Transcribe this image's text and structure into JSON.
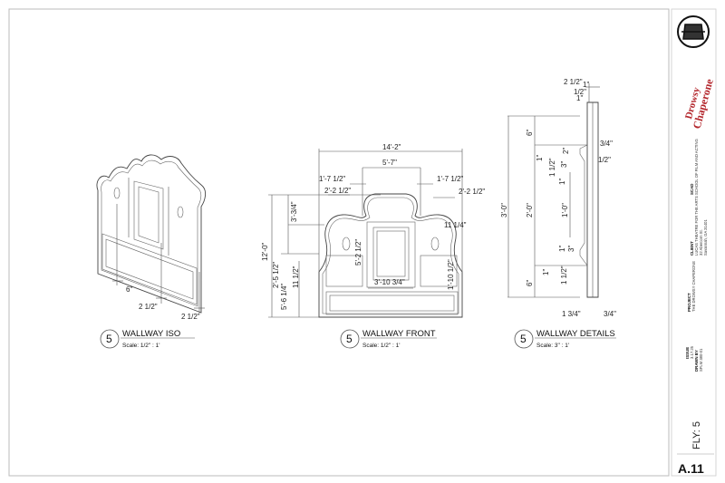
{
  "sheet": {
    "number": "A.11",
    "fly": "FLY: 5"
  },
  "logo": {
    "text": "The Drowsy Chaperone"
  },
  "title_block": {
    "school_label": "SCAD",
    "school_name": "SCHOOL OF FILM AND ACTING",
    "client_label": "CLIENT",
    "client_name": "LUCAS THEATRE FOR THE ARTS",
    "client_address1": "32 Abercorn St.",
    "client_address2": "Savannah, GA 31401",
    "project_label": "PROJECT",
    "project_name": "THE DROWSY CHAPERONE",
    "issue_label": "ISSUE",
    "issue_date": "3.17.25",
    "drawn_by_label": "DRAWN BY",
    "drawn_by": "SFLM 380-01"
  },
  "views": [
    {
      "number": "5",
      "title": "WALLWAY ISO",
      "scale": "Scale:  1/2\" : 1'",
      "dims": [
        "6\"",
        "2 1/2\"",
        "2 1/2\""
      ]
    },
    {
      "number": "5",
      "title": "WALLWAY FRONT",
      "scale": "Scale:  1/2\" : 1'",
      "dims": [
        "14'-2\"",
        "5'-7\"",
        "1'-7 1/2\"",
        "1'-7 1/2\"",
        "2'-2 1/2\"",
        "2'-2 1/2\"",
        "3'-3/4\"",
        "11 1/4\"",
        "5'-2 1/2\"",
        "3'-10 3/4\"",
        "1'-10 1/2\"",
        "12'-0\"",
        "2'-5 1/2\"",
        "5'-6 1/4\"",
        "11 1/2\""
      ]
    },
    {
      "number": "5",
      "title": "WALLWAY DETAILS",
      "scale": "Scale:  3\" : 1'",
      "dims": [
        "2 1/2\"",
        "1\"",
        "1/2\"",
        "1\"",
        "3/4\"",
        "1/2\"",
        "2\"",
        "1\"",
        "1 1/2\"",
        "3\"",
        "1\"",
        "1'-0\"",
        "1\"",
        "3\"",
        "1\"",
        "1 1/2\"",
        "6\"",
        "2'-0\"",
        "6\"",
        "3'-0\"",
        "1 3/4\"",
        "3/4\""
      ]
    }
  ]
}
